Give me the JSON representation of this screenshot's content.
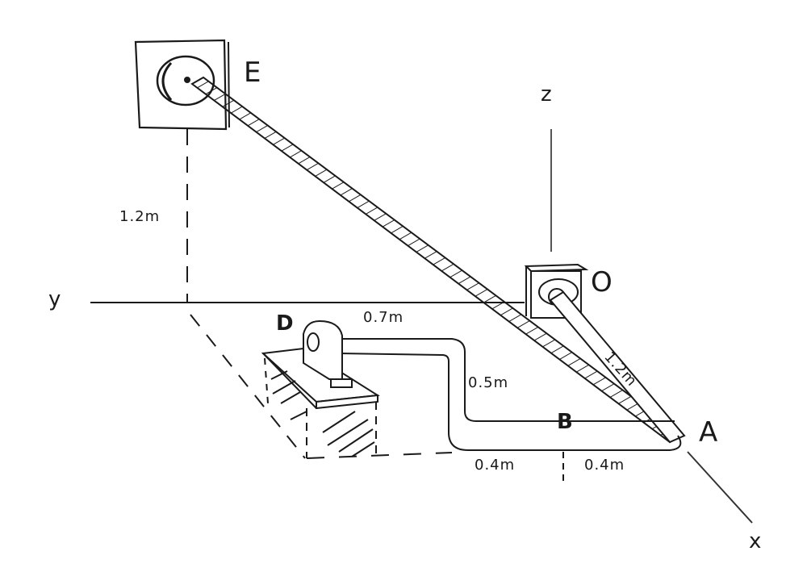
{
  "diagram": {
    "description": "3D statics sketch: bent rod O-A-B-D with cable from A to E",
    "colors": {
      "ink": "#1a1a1a",
      "background": "#ffffff",
      "light_ink": "#555555"
    },
    "points": {
      "E": "E",
      "O": "O",
      "D": "D",
      "B": "B",
      "A": "A"
    },
    "axes": {
      "x": "x",
      "y": "y",
      "z": "z"
    },
    "dimensions": {
      "E_height": "1.2m",
      "OA": "1.2m",
      "DB_horizontal": "0.7m",
      "vertical_segment": "0.5m",
      "B_left": "0.4m",
      "B_right": "0.4m"
    }
  }
}
